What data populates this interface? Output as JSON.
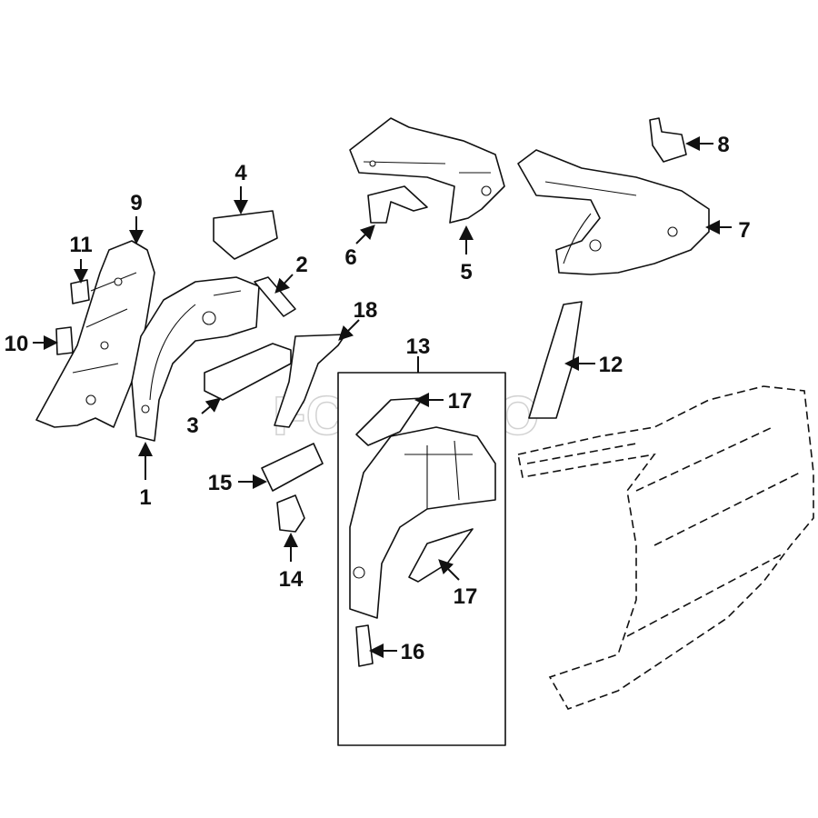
{
  "diagram": {
    "watermark": "FCPEURO",
    "group_box_label": "13",
    "callouts": [
      "1",
      "2",
      "3",
      "4",
      "5",
      "6",
      "7",
      "8",
      "9",
      "10",
      "11",
      "12",
      "14",
      "15",
      "16",
      "17",
      "17",
      "18"
    ],
    "colors": {
      "ink": "#111111",
      "background": "#ffffff",
      "watermark": "#c8c8c8"
    }
  }
}
